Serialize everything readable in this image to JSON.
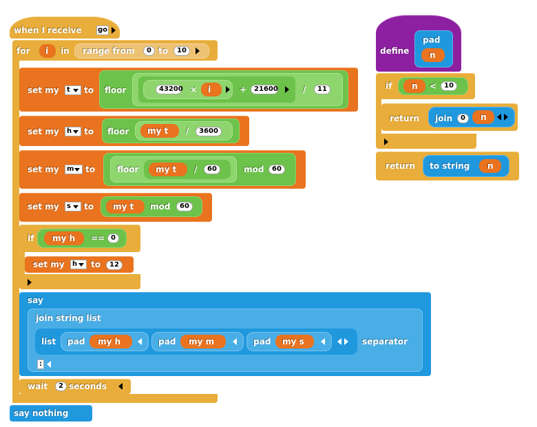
{
  "colors": {
    "control": "#e8ad3a",
    "operators": "#6cc24a",
    "variables": "#e9731f",
    "looks": "#1f98de",
    "custom": "#8d20a0"
  },
  "main_script": {
    "hat": {
      "label": "when I receive",
      "message": "go"
    },
    "for_loop": {
      "for_label": "for",
      "var": "i",
      "in_label": "in",
      "range_label": "range from",
      "from": "0",
      "to_label": "to",
      "to": "10"
    },
    "set_t": {
      "set_label": "set my",
      "var": "t",
      "to_label": "to",
      "floor_label": "floor",
      "a": "43200",
      "times": "×",
      "var_i": "i",
      "plus": "+",
      "b": "21600",
      "div": "/",
      "c": "11"
    },
    "set_h": {
      "set_label": "set my",
      "var": "h",
      "to_label": "to",
      "floor_label": "floor",
      "my_label": "my t",
      "div": "/",
      "value": "3600"
    },
    "set_m": {
      "set_label": "set my",
      "var": "m",
      "to_label": "to",
      "floor_label": "floor",
      "my_label": "my t",
      "div": "/",
      "value": "60",
      "mod_label": "mod",
      "mod_value": "60"
    },
    "set_s": {
      "set_label": "set my",
      "var": "s",
      "to_label": "to",
      "my_label": "my t",
      "mod_label": "mod",
      "mod_value": "60"
    },
    "if_block": {
      "if_label": "if",
      "my_label": "my h",
      "eq": "==",
      "value": "0"
    },
    "set_h12": {
      "set_label": "set my",
      "var": "h",
      "to_label": "to",
      "value": "12"
    },
    "say": {
      "label": "say",
      "join_label": "join string list",
      "list_label": "list",
      "pad_label": "pad",
      "my_h": "my h",
      "my_m": "my m",
      "my_s": "my s",
      "separator_label": "separator",
      "separator_value": ":"
    },
    "wait": {
      "label": "wait",
      "value": "2",
      "unit": "seconds"
    },
    "say_nothing": {
      "label": "say nothing"
    }
  },
  "define_script": {
    "define_label": "define",
    "proc_name": "pad",
    "param": "n",
    "if_label": "if",
    "lt": "<",
    "lt_value": "10",
    "return_label": "return",
    "join_label": "join",
    "join_value": "0",
    "to_string_label": "to string"
  }
}
